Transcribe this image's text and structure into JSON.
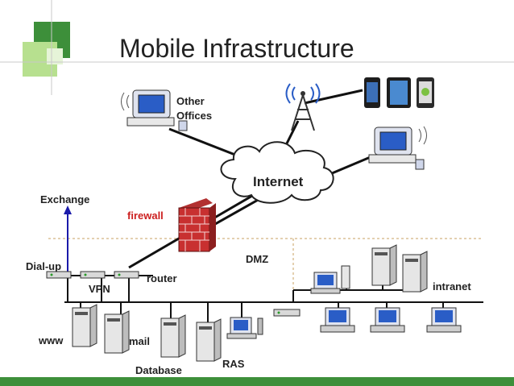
{
  "slide": {
    "title": "Mobile Infrastructure"
  },
  "labels": {
    "other_offices_line1": "Other",
    "other_offices_line2": "Offices",
    "internet": "Internet",
    "exchange": "Exchange",
    "firewall": "firewall",
    "dmz": "DMZ",
    "dialup": "Dial-up",
    "router": "router",
    "vpn": "VPN",
    "intranet": "intranet",
    "www": "www",
    "mail": "mail",
    "database": "Database",
    "ras": "RAS"
  },
  "colors": {
    "accent_green": "#3d8f3a",
    "light_green": "#9fd37b",
    "firewall_label": "#cc1f1f",
    "exchange_arrow": "#1a1aaa",
    "dmz_line": "#c8a060",
    "firewall_brick": "#c83030"
  },
  "icons": [
    "corner-decoration-icon",
    "desktop-computer-icon",
    "radio-tower-icon",
    "smartphone-icon",
    "tablet-icon",
    "android-phone-icon",
    "cloud-icon",
    "firewall-icon",
    "router-icon",
    "server-tower-icon",
    "workstation-icon",
    "hub-icon"
  ]
}
